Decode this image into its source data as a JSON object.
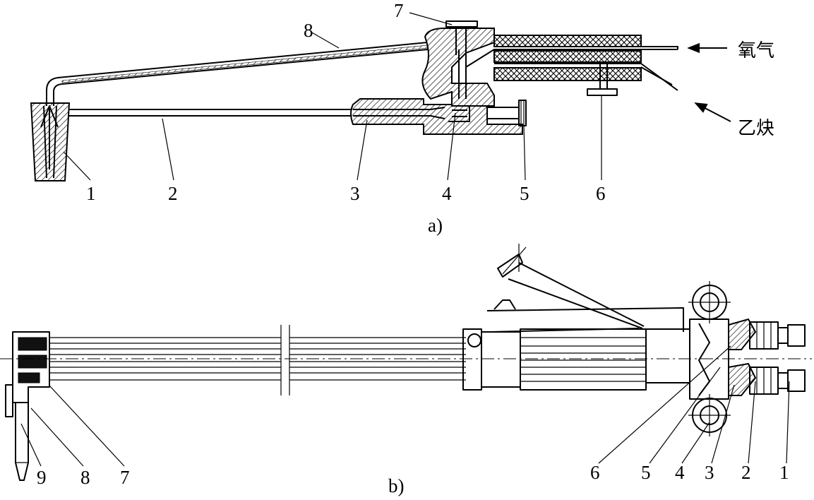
{
  "figure_a": {
    "caption": "a)",
    "part_numbers": [
      "1",
      "2",
      "3",
      "4",
      "5",
      "6",
      "7",
      "8"
    ],
    "gas_labels": {
      "oxygen": "氧气",
      "acetylene": "乙炔"
    }
  },
  "figure_b": {
    "caption": "b)",
    "part_numbers": [
      "9",
      "8",
      "7",
      "6",
      "5",
      "4",
      "3",
      "2",
      "1"
    ]
  }
}
